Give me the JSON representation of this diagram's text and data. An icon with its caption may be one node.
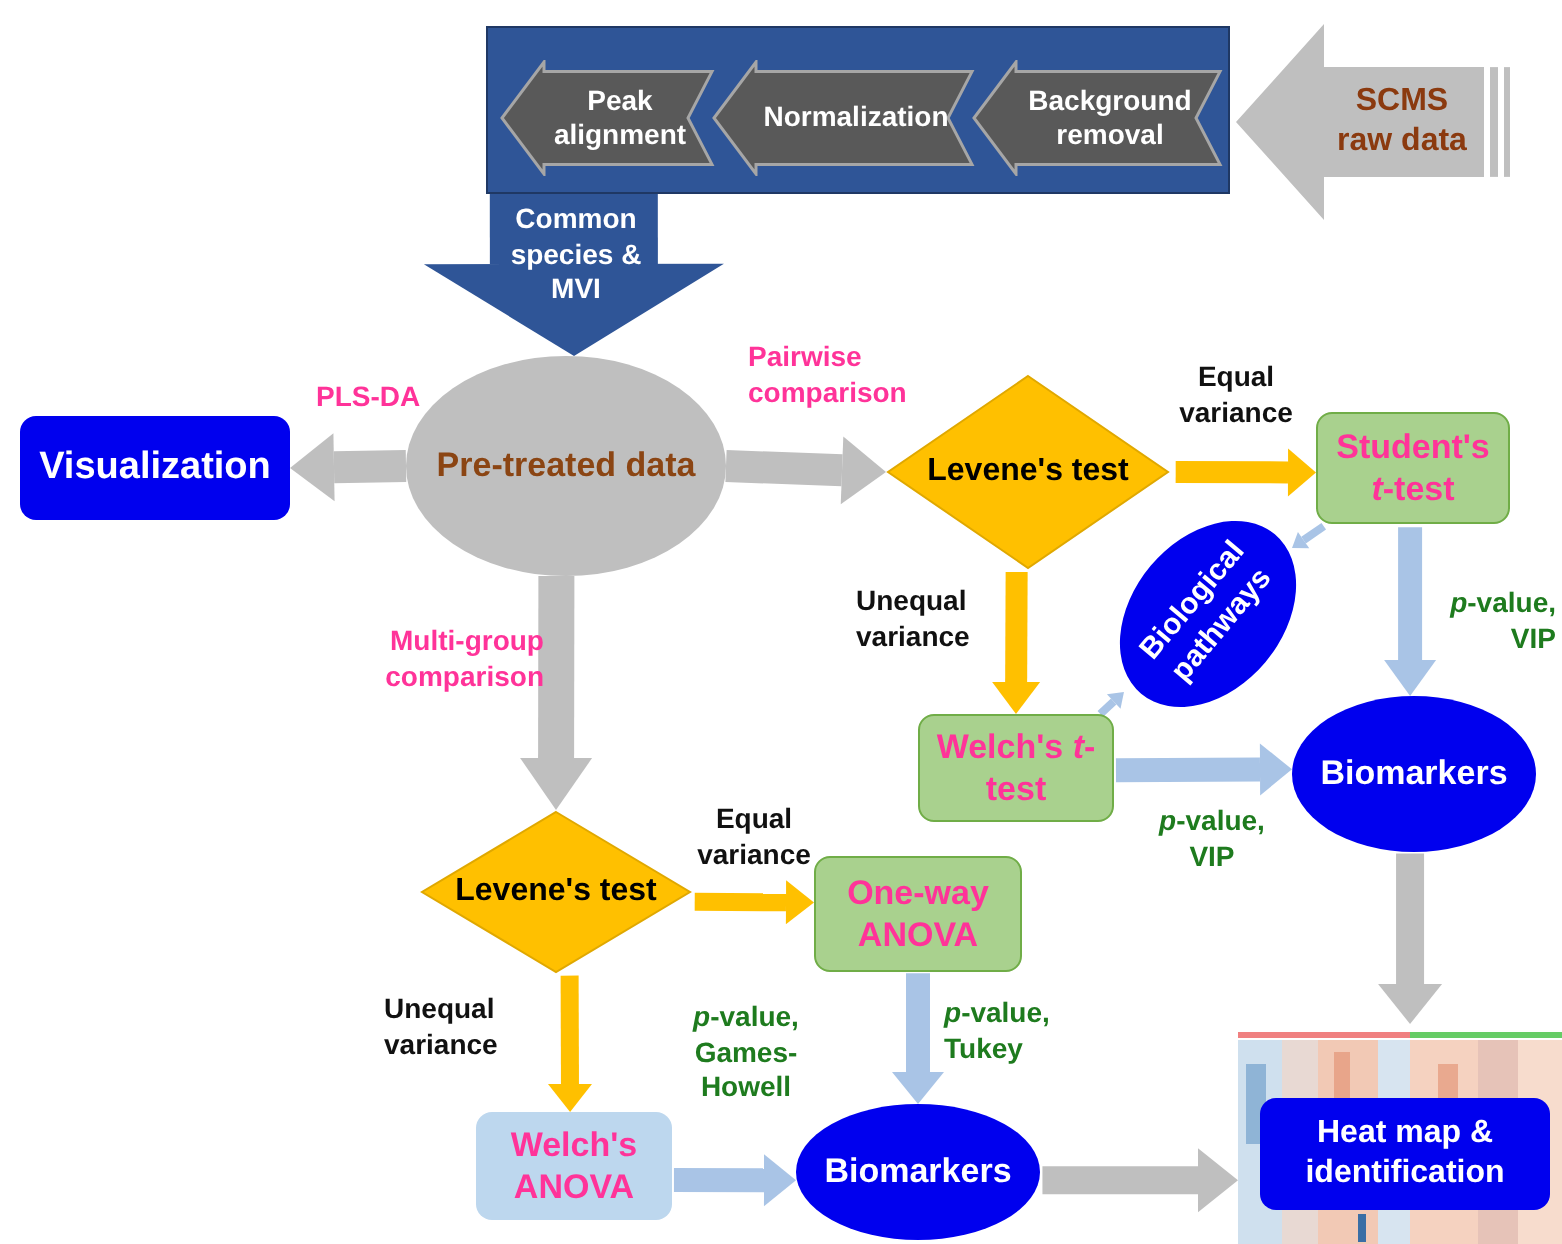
{
  "diagram": {
    "nodes": [
      {
        "text": [],
        "shape": "box"
      },
      {
        "text": [
          "Peak alignment"
        ],
        "in": 0
      },
      {
        "text": [
          "Normalization"
        ],
        "in": 0
      },
      {
        "text": [
          "Background removal"
        ],
        "in": 0
      },
      {
        "text": [
          "SCMS raw data"
        ]
      },
      {
        "text": [
          "Visualization"
        ]
      },
      {
        "text": [
          "Pre-treated data"
        ]
      },
      {
        "text": [
          "Levene's test"
        ]
      },
      {
        "text": [
          "Student's *t*-test"
        ]
      },
      {
        "text": [
          "Biological pathways"
        ]
      },
      {
        "text": [
          "Welch's *t*-test"
        ]
      },
      {
        "text": [
          "Biomarkers"
        ]
      },
      {
        "text": [
          "Levene's test"
        ]
      },
      {
        "text": [
          "One-way ANOVA"
        ]
      },
      {
        "text": [
          "Welch's ANOVA"
        ]
      },
      {
        "text": [
          "Biomarkers"
        ]
      },
      {
        "text": [],
        "shape": "picture"
      },
      {
        "text": [
          "Heat map & identification"
        ],
        "in": 16
      }
    ],
    "edges": [
      {
        "from": 0,
        "to": 6,
        "arrow": "to",
        "label": "Common species & MVI",
        "style": "thick",
        "color": "#2f5597"
      },
      {
        "from": 6,
        "to": 5,
        "arrow": "to",
        "label": "PLS-DA",
        "color": "#bfbfbf"
      },
      {
        "from": 6,
        "to": 7,
        "arrow": "to",
        "label": "Pairwise comparison",
        "color": "#bfbfbf"
      },
      {
        "from": 6,
        "to": 12,
        "arrow": "to",
        "label": "Multi-group comparison",
        "color": "#bfbfbf"
      },
      {
        "from": 7,
        "to": 8,
        "arrow": "to",
        "label": "Equal variance",
        "color": "#ffc000"
      },
      {
        "from": 7,
        "to": 10,
        "arrow": "to",
        "label": "Unequal variance",
        "color": "#ffc000"
      },
      {
        "from": 8,
        "to": 9,
        "arrow": "to"
      },
      {
        "from": 10,
        "to": 9,
        "arrow": "to"
      },
      {
        "from": 8,
        "to": 11,
        "arrow": "to",
        "label": "*p*-value, VIP"
      },
      {
        "from": 10,
        "to": 11,
        "arrow": "to",
        "label": "*p*-value, VIP"
      },
      {
        "from": 11,
        "to": 16,
        "arrow": "to",
        "color": "#bfbfbf"
      },
      {
        "from": 12,
        "to": 13,
        "arrow": "to",
        "label": "Equal variance",
        "color": "#ffc000"
      },
      {
        "from": 12,
        "to": 14,
        "arrow": "to",
        "label": "Unequal variance",
        "color": "#ffc000"
      },
      {
        "from": 13,
        "to": 15,
        "arrow": "to",
        "label": "*p*-value, Tukey"
      },
      {
        "from": 14,
        "to": 15,
        "arrow": "to",
        "label": "*p*-value, Games-Howell"
      },
      {
        "from": 15,
        "to": 16,
        "arrow": "to",
        "color": "#bfbfbf"
      }
    ]
  }
}
